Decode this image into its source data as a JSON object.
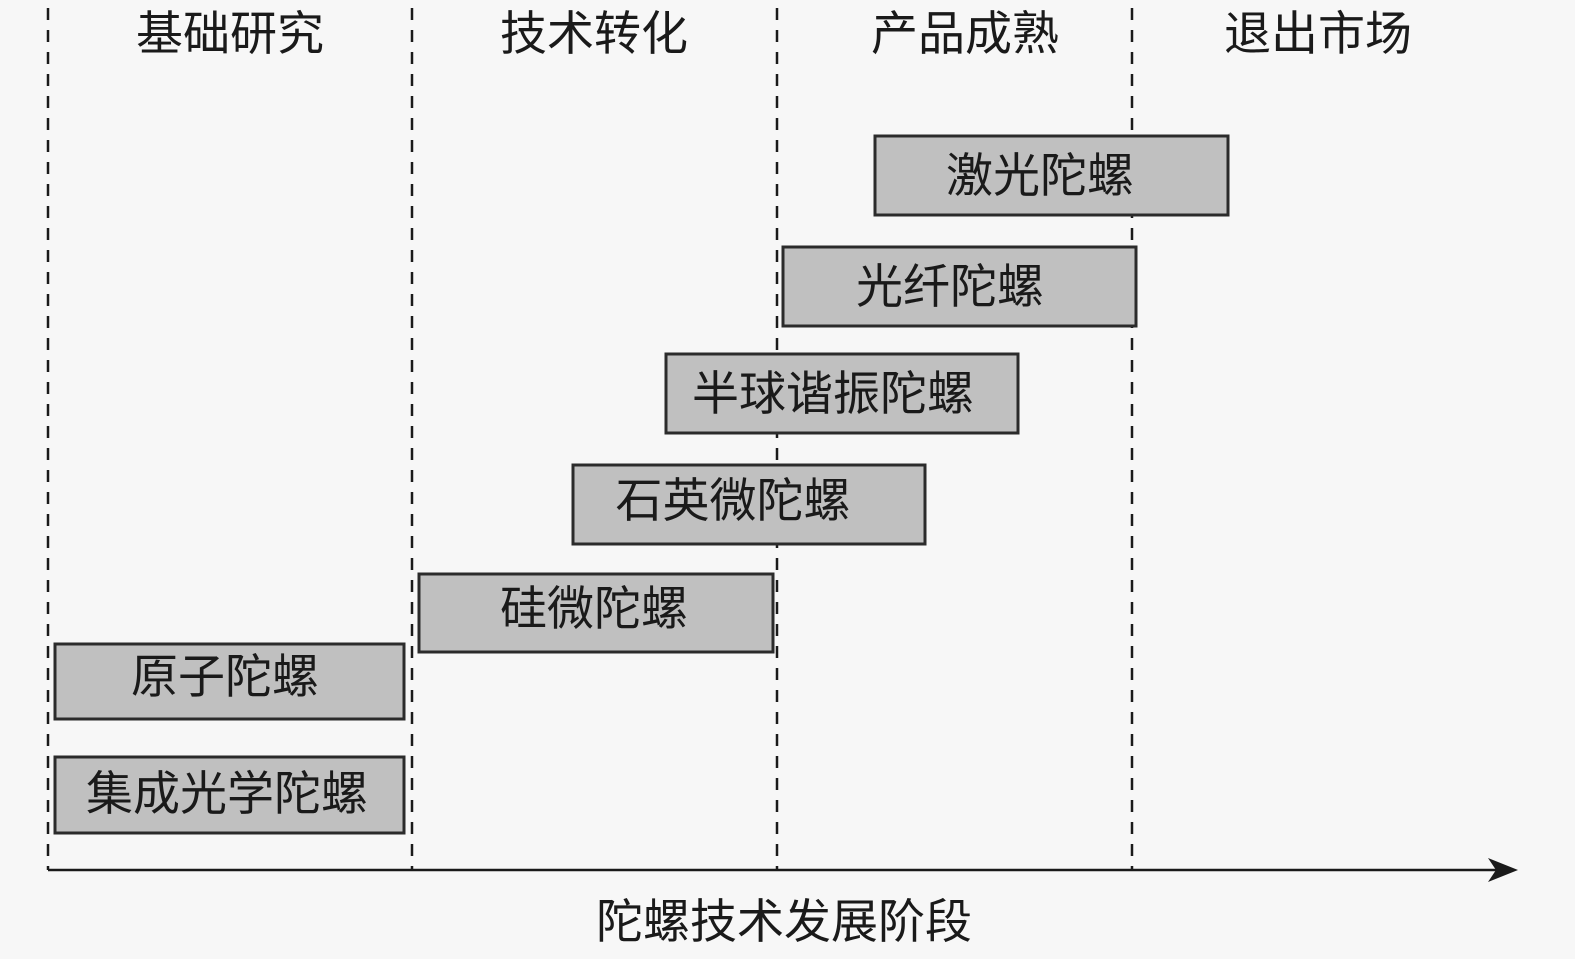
{
  "stages": [
    {
      "label": "基础研究"
    },
    {
      "label": "技术转化"
    },
    {
      "label": "产品成熟"
    },
    {
      "label": "退出市场"
    }
  ],
  "technologies": [
    {
      "label": "激光陀螺"
    },
    {
      "label": "光纤陀螺"
    },
    {
      "label": "半球谐振陀螺"
    },
    {
      "label": "石英微陀螺"
    },
    {
      "label": "硅微陀螺"
    },
    {
      "label": "原子陀螺"
    },
    {
      "label": "集成光学陀螺"
    }
  ],
  "axis": {
    "label": "陀螺技术发展阶段"
  },
  "colors": {
    "box_fill": "#c0c0c0",
    "box_stroke": "#2b2b2b",
    "line": "#1a1a1a",
    "background": "#f7f7f7"
  }
}
